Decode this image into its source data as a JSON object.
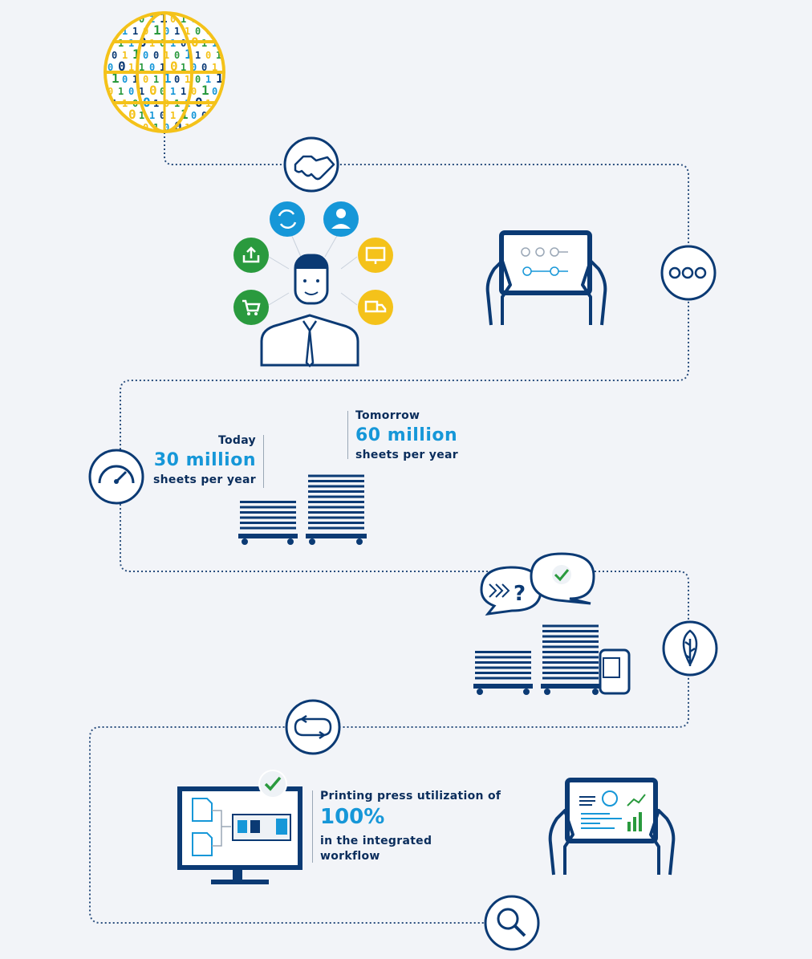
{
  "colors": {
    "navy": "#0b3a74",
    "blue": "#1697d8",
    "green": "#2a9a3e",
    "yellow": "#f4c21a",
    "path": "#2b4f7e",
    "background": "#f2f4f8"
  },
  "binary": {
    "digits": [
      "1",
      "0",
      "1",
      "0",
      "1",
      "1",
      "0",
      "1",
      "0",
      "1",
      "0",
      "0",
      "1",
      "1",
      "0",
      "1",
      "0",
      "1",
      "1",
      "0",
      "0",
      "1",
      "0",
      "1",
      "1",
      "0",
      "1",
      "0",
      "1",
      "0",
      "0",
      "1",
      "1",
      "0",
      "1",
      "1",
      "0",
      "0",
      "1",
      "0",
      "1",
      "1",
      "0",
      "1",
      "0",
      "0",
      "1",
      "1",
      "0",
      "1",
      "0",
      "1",
      "0",
      "0",
      "1",
      "1",
      "0",
      "1",
      "0",
      "1"
    ]
  },
  "capacity": {
    "today": {
      "label": "Today",
      "value": "30 million",
      "unit": "sheets per year"
    },
    "tomorrow": {
      "label": "Tomorrow",
      "value": "60 million",
      "unit": "sheets per year"
    }
  },
  "utilization": {
    "prefix": "Printing press utilization of",
    "value": "100%",
    "suffix_line1": "in the integrated",
    "suffix_line2": "workflow"
  },
  "icons": [
    "globe-binary-icon",
    "handshake-icon",
    "workflow-steps-icon",
    "tablet-workflow-icon",
    "person-services-icon",
    "refresh-icon",
    "operator-icon",
    "upload-icon",
    "monitor-icon",
    "cart-icon",
    "delivery-truck-icon",
    "speedometer-icon",
    "sheet-stacks-icon",
    "speech-bubbles-icon",
    "leaf-icon",
    "loop-icon",
    "desktop-workflow-icon",
    "tablet-analytics-icon",
    "search-icon"
  ]
}
